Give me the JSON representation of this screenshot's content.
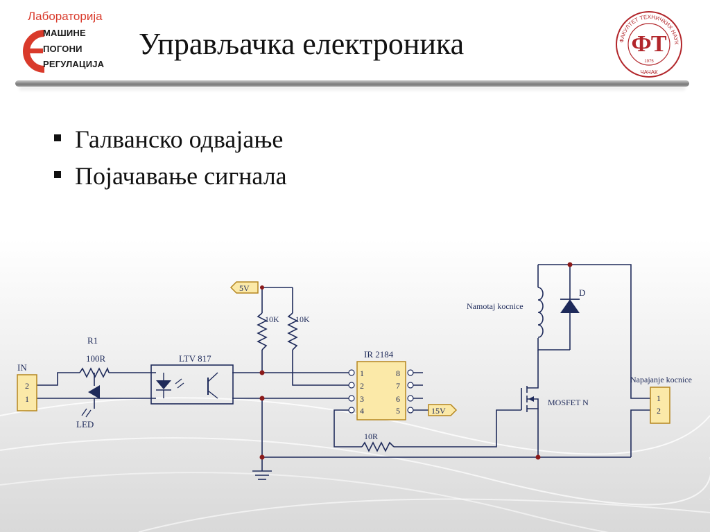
{
  "logo_left": {
    "line1": "Лабораторија",
    "line2": "МАШИНЕ",
    "line3": "ПОГОНИ",
    "line4": "РЕГУЛАЦИЈА"
  },
  "logo_right": {
    "ring_text": "ФАКУЛТЕТ ТЕХНИЧКИХ НАУКА",
    "year": "1975",
    "city": "ЧАЧАК"
  },
  "title": "Управљачка електроника",
  "bullets": [
    "Галванско одвајање",
    "Појачавање сигнала"
  ],
  "schematic": {
    "in_label": "IN",
    "in_pin2": "2",
    "in_pin1": "1",
    "r1_label": "R1",
    "r1_value": "100R",
    "led_label": "LED",
    "opto_label": "LTV 817",
    "vcc_label": "5V",
    "pullup1": "10K",
    "pullup2": "10K",
    "ic_label": "IR 2184",
    "ic_pins_left": [
      "1",
      "2",
      "3",
      "4"
    ],
    "ic_pins_right": [
      "8",
      "7",
      "6",
      "5"
    ],
    "vdd_label": "15V",
    "gate_resistor": "10R",
    "coil_label": "Namotaj kocnice",
    "diode_label": "D",
    "mosfet_label": "MOSFET N",
    "out_label": "Napajanje kocnice",
    "out_pin1": "1",
    "out_pin2": "2"
  },
  "colors": {
    "wire": "#1e2a5a",
    "connector_fill": "#fbe9a8",
    "connector_stroke": "#b5861f",
    "junction": "#8b1a1a",
    "logo_red": "#d93a2b",
    "ftn_red": "#b2262b"
  }
}
